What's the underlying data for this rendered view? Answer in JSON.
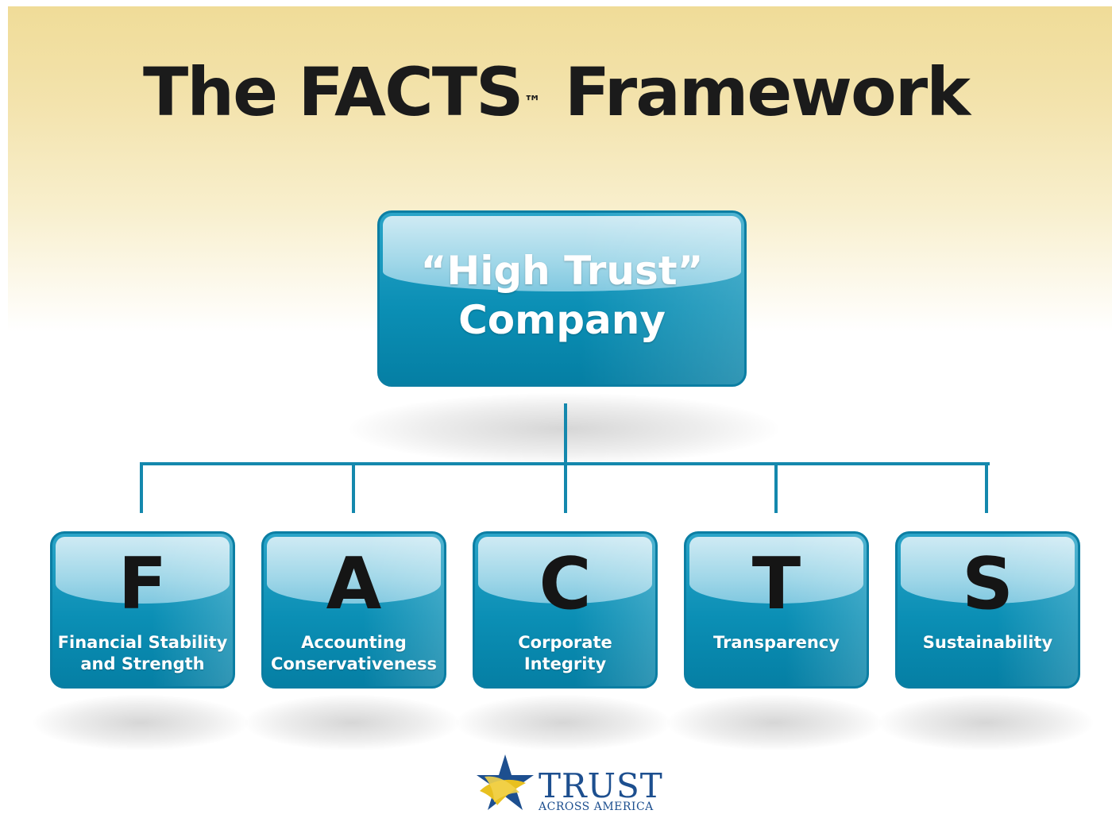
{
  "title": {
    "main_before": "The FACTS",
    "trademark": "™",
    "main_after": "Framework"
  },
  "root_node": {
    "line1": "“High Trust”",
    "line2": "Company"
  },
  "pillars": [
    {
      "letter": "F",
      "label": "Financial Stability\nand Strength"
    },
    {
      "letter": "A",
      "label": "Accounting\nConservativeness"
    },
    {
      "letter": "C",
      "label": "Corporate\nIntegrity"
    },
    {
      "letter": "T",
      "label": "Transparency"
    },
    {
      "letter": "S",
      "label": "Sustainability"
    }
  ],
  "logo": {
    "word": "TRUST",
    "sub": "ACROSS AMERICA"
  },
  "colors": {
    "box_blue": "#0b8fb5",
    "connector_blue": "#1488ad",
    "banner_gold": "#f0dc98",
    "logo_blue": "#1d4f8f",
    "logo_gold": "#e8c020"
  }
}
